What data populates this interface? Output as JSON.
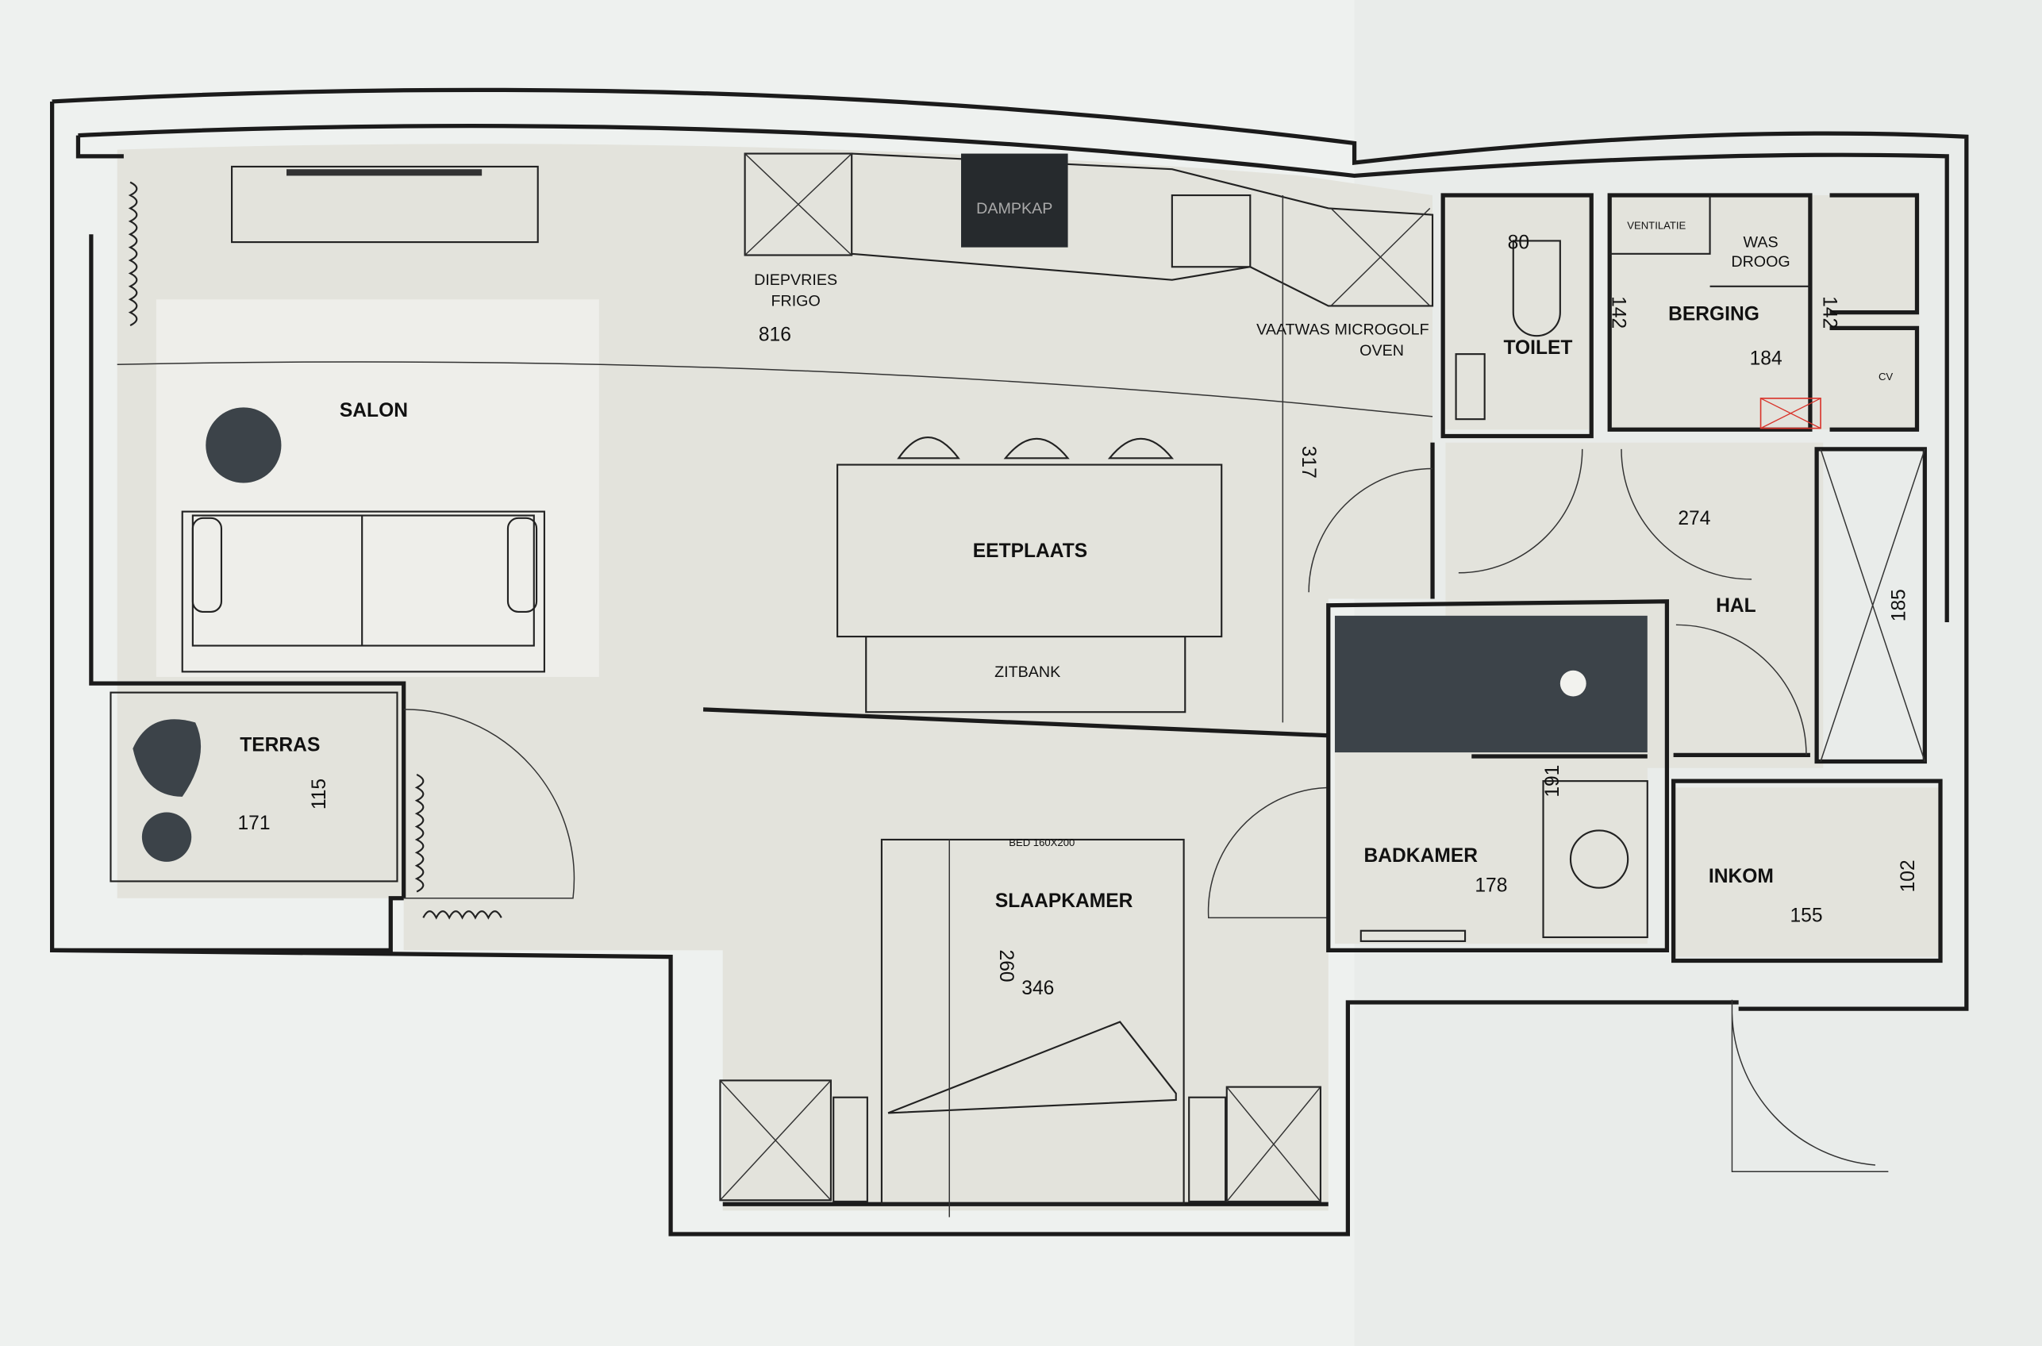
{
  "rooms": {
    "salon": "SALON",
    "eetplaats": "EETPLAATS",
    "zitbank": "ZITBANK",
    "terras": "TERRAS",
    "slaapkamer": "SLAAPKAMER",
    "bed": "BED 160X200",
    "badkamer": "BADKAMER",
    "hal": "HAL",
    "inkom": "INKOM",
    "toilet": "TOILET",
    "berging": "BERGING",
    "ventilatie": "VENTILATIE",
    "was": "WAS",
    "droog": "DROOG",
    "cv": "CV"
  },
  "kitchen": {
    "diepvries": "DIEPVRIES",
    "frigo": "FRIGO",
    "dampkap": "DAMPKAP",
    "vaatwas": "VAATWAS",
    "microgolf": "MICROGOLF",
    "oven": "OVEN"
  },
  "dimensions": {
    "salon_width": "816",
    "kitchen_depth": "317",
    "terras_width": "171",
    "terras_depth": "115",
    "slaapkamer_depth": "260",
    "slaapkamer_width": "346",
    "badkamer_width": "178",
    "badkamer_depth": "191",
    "hal_width": "274",
    "hal_depth": "185",
    "inkom_width": "155",
    "inkom_depth": "102",
    "toilet_width": "80",
    "berging_width": "184",
    "berging_depth_left": "142",
    "berging_depth_right": "142"
  },
  "colors": {
    "paper": "#eef1ef",
    "floor": "#e4e4de",
    "dark": "#3c4349",
    "island": "#c9c7c1",
    "red": "#d9342b"
  }
}
